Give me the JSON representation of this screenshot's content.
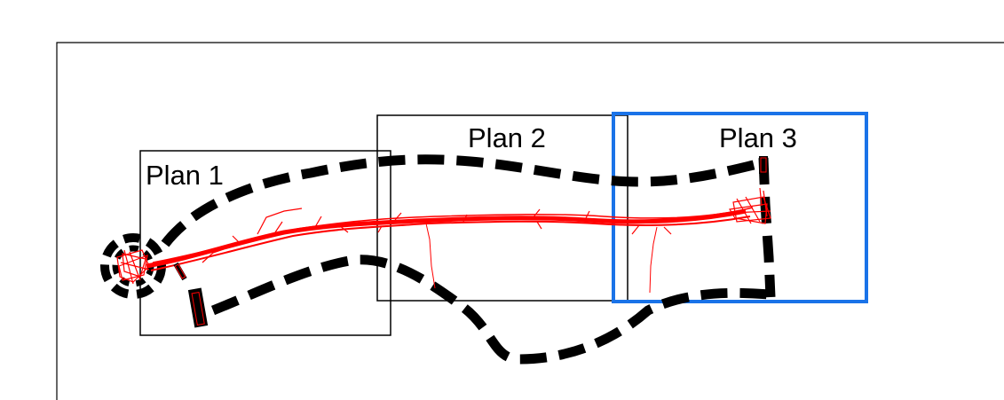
{
  "plans": [
    {
      "label": "Plan 1",
      "highlighted": false
    },
    {
      "label": "Plan 2",
      "highlighted": false
    },
    {
      "label": "Plan 3",
      "highlighted": true
    }
  ],
  "colors": {
    "plan_box": "#000000",
    "plan_box_highlight": "#1a73e8",
    "planned_path": "#000000",
    "trajectory": "#ff0000"
  }
}
